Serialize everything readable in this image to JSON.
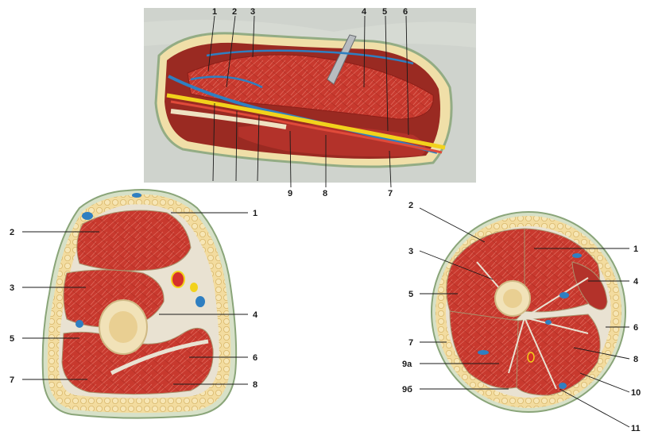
{
  "top_panel": {
    "labels_top": [
      "1",
      "2",
      "3",
      "4",
      "5",
      "6"
    ],
    "labels_bottom": [
      "9",
      "8",
      "7"
    ]
  },
  "left_section": {
    "labels_left": [
      "2",
      "3",
      "5",
      "7"
    ],
    "labels_right": [
      "1",
      "4",
      "6",
      "8"
    ]
  },
  "right_section": {
    "labels_left": [
      "2",
      "3",
      "5",
      "7",
      "9а",
      "9б"
    ],
    "labels_right": [
      "1",
      "4",
      "6",
      "8",
      "10",
      "11"
    ]
  },
  "colors": {
    "muscle": "#c8392e",
    "muscle_dark": "#9e2620",
    "fat": "#f1d79a",
    "fascia": "#e8e0cf",
    "skin_edge": "#7f9a6e",
    "bone": "#f1e2b8",
    "vein": "#2f7fc1",
    "artery": "#d6302a",
    "nerve": "#f2d21c"
  }
}
